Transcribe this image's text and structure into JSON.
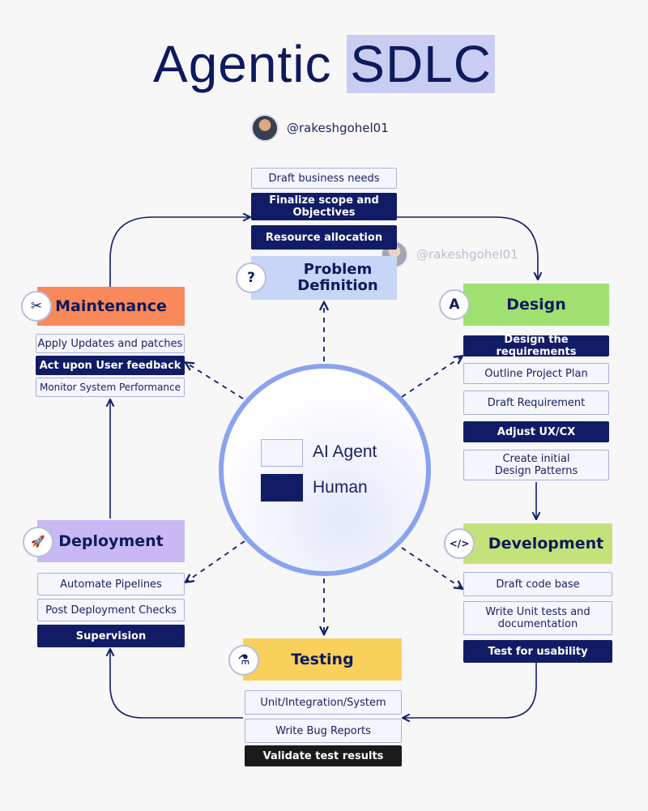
{
  "title": {
    "part1": "Agentic",
    "part2": "SDLC"
  },
  "author": {
    "handle": "@rakeshgohel01"
  },
  "watermark": {
    "handle": "@rakeshgohel01"
  },
  "legend": {
    "ai": "AI Agent",
    "human": "Human"
  },
  "colors": {
    "navy": "#121c66",
    "ai_fill": "#f4f5fd",
    "maintenance": "#f9885a",
    "problem": "#c7d5f7",
    "design": "#9fe070",
    "deployment": "#c9b8f3",
    "development": "#c5e27a",
    "testing": "#f8d05c"
  },
  "problem": {
    "title": "Problem Definition",
    "icon": "?",
    "icon_name": "question-icon",
    "items": [
      {
        "label": "Draft business needs",
        "type": "ai"
      },
      {
        "label": "Finalize scope and Objectives",
        "type": "human"
      },
      {
        "label": "Resource allocation",
        "type": "human"
      }
    ]
  },
  "design": {
    "title": "Design",
    "icon": "A",
    "icon_name": "design-compass-icon",
    "items": [
      {
        "label": "Design the requirements",
        "type": "human"
      },
      {
        "label": "Outline Project Plan",
        "type": "ai"
      },
      {
        "label": "Draft Requirement",
        "type": "ai"
      },
      {
        "label": "Adjust UX/CX",
        "type": "human"
      },
      {
        "label": "Create initial Design Patterns",
        "type": "ai"
      }
    ]
  },
  "development": {
    "title": "Development",
    "icon": "</>",
    "icon_name": "code-icon",
    "items": [
      {
        "label": "Draft code base",
        "type": "ai"
      },
      {
        "label": "Write Unit tests and documentation",
        "type": "ai"
      },
      {
        "label": "Test for usability",
        "type": "human"
      }
    ]
  },
  "testing": {
    "title": "Testing",
    "icon": "⚗",
    "icon_name": "test-tube-icon",
    "items": [
      {
        "label": "Unit/Integration/System",
        "type": "ai"
      },
      {
        "label": "Write Bug Reports",
        "type": "ai"
      },
      {
        "label": "Validate test results",
        "type": "dark"
      }
    ]
  },
  "deployment": {
    "title": "Deployment",
    "icon": "🚀",
    "icon_name": "rocket-icon",
    "items": [
      {
        "label": "Automate Pipelines",
        "type": "ai"
      },
      {
        "label": "Post Deployment Checks",
        "type": "ai"
      },
      {
        "label": "Supervision",
        "type": "human"
      }
    ]
  },
  "maintenance": {
    "title": "Maintenance",
    "icon": "✂",
    "icon_name": "tools-icon",
    "items": [
      {
        "label": "Apply Updates and patches",
        "type": "ai"
      },
      {
        "label": "Act upon User feedback",
        "type": "human"
      },
      {
        "label": "Monitor System Performance",
        "type": "ai"
      }
    ]
  }
}
